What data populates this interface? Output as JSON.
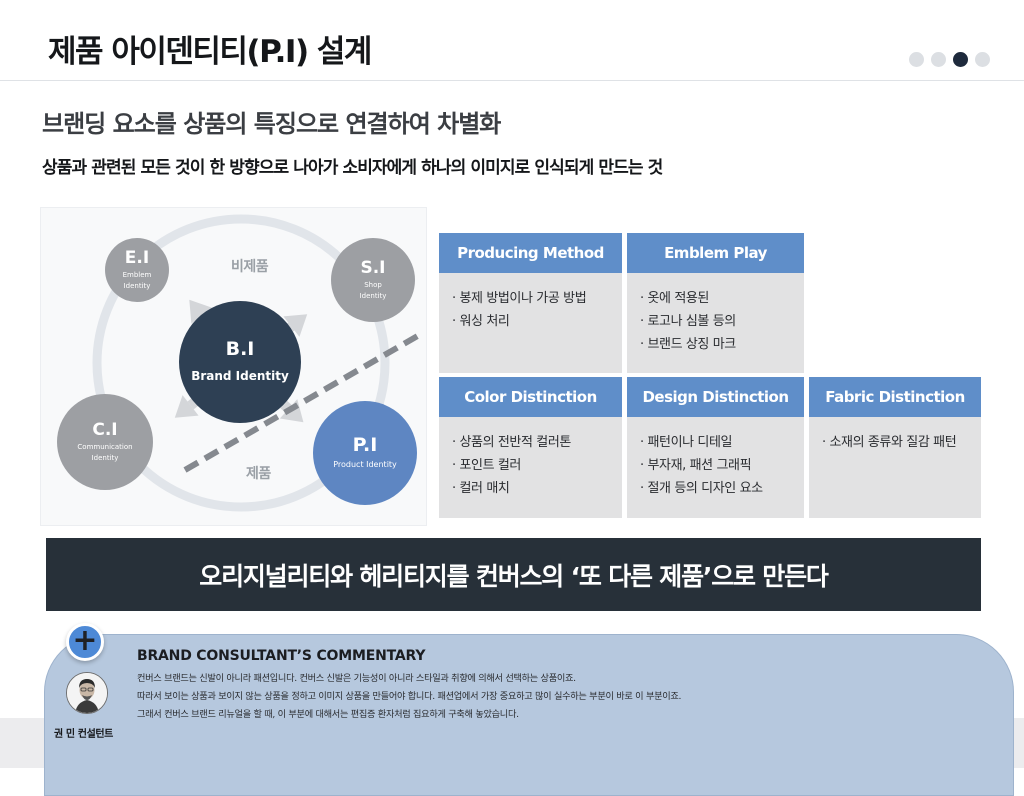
{
  "header": {
    "title": "제품 아이덴티티(P.I) 설계"
  },
  "pager": {
    "count": 4,
    "active_index": 2
  },
  "heading": "브랜딩 요소를 상품의 특징으로 연결하여 차별화",
  "subheading": "상품과 관련된 모든 것이 한 방향으로 나아가 소비자에게  하나의 이미지로 인식되게 만드는 것",
  "diagram": {
    "zone_non_product": "비제품",
    "zone_product": "제품",
    "nodes": {
      "ei": {
        "abbr": "E.I",
        "sub": "Emblem\nIdentity"
      },
      "si": {
        "abbr": "S.I",
        "sub": "Shop\nIdentity"
      },
      "bi": {
        "abbr": "B.I",
        "sub": "Brand Identity"
      },
      "ci": {
        "abbr": "C.I",
        "sub": "Communication\nIdentity"
      },
      "pi": {
        "abbr": "P.I",
        "sub": "Product Identity"
      }
    }
  },
  "cards": [
    {
      "title": "Producing Method",
      "items": [
        "· 봉제 방법이나 가공 방법",
        "· 워싱 처리"
      ]
    },
    {
      "title": "Emblem Play",
      "items": [
        "· 옷에 적용된",
        "· 로고나 심볼 등의",
        "· 브랜드 상징 마크"
      ]
    },
    {
      "title": "Color Distinction",
      "items": [
        "· 상품의 전반적 컬러톤",
        "· 포인트 컬러",
        "· 컬러 매치"
      ]
    },
    {
      "title": "Design Distinction",
      "items": [
        "· 패턴이나 디테일",
        "· 부자재, 패션 그래픽",
        "· 절개 등의 디자인 요소"
      ]
    },
    {
      "title": "Fabric Distinction",
      "items": [
        "· 소재의 종류와 질감 패턴"
      ]
    }
  ],
  "banner": "오리지널리티와 헤리티지를 컨버스의 ‘또 다른 제품’으로 만든다",
  "commentary": {
    "plus_label": "+",
    "author": "권 민 컨설턴트",
    "title": "BRAND CONSULTANT’S COMMENTARY",
    "lines": [
      "컨버스 브랜드는 신발이 아니라 패션입니다. 컨버스 신발은 기능성이 아니라 스타일과 취향에 의해서 선택하는 상품이죠.",
      "따라서 보이는 상품과 보이지 않는 상품을 정하고 이미지 상품을 만들어야 합니다. 패션업에서 가장 중요하고 많이 실수하는 부분이 바로 이 부분이죠.",
      "그래서 컨버스 브랜드 리뉴얼을 할 때, 이 부분에 대해서는 편집증 환자처럼 집요하게 구축해 놓았습니다."
    ]
  },
  "colors": {
    "navy": "#2e4054",
    "grey_node": "#9d9fa3",
    "blue_node": "#5e86c2",
    "card_header": "#5f8ec9",
    "banner": "#273039",
    "commentary_bg": "#b6c8de"
  }
}
